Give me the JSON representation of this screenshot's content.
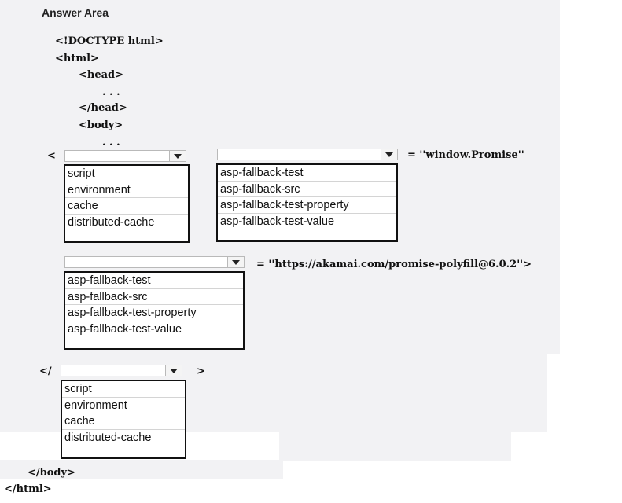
{
  "title": "Answer Area",
  "code": {
    "doctype": "<!DOCTYPE html>",
    "html_open": "<html>",
    "head_open": "<head>",
    "dots": ". . .",
    "head_close": "</head>",
    "body_open": "<body>",
    "lt": "<",
    "assign_promise": "= ''window.Promise''",
    "assign_src": "= ''https://akamai.com/promise-polyfill@6.0.2''>",
    "close_prefix": "</",
    "gt": ">",
    "body_close": "</body>",
    "html_close": "</html>"
  },
  "dropdowns": {
    "tag_open": {
      "selected": "",
      "options": [
        "script",
        "environment",
        "cache",
        "distributed-cache"
      ]
    },
    "attr_test": {
      "selected": "",
      "options": [
        "asp-fallback-test",
        "asp-fallback-src",
        "asp-fallback-test-property",
        "asp-fallback-test-value"
      ]
    },
    "attr_src": {
      "selected": "",
      "options": [
        "asp-fallback-test",
        "asp-fallback-src",
        "asp-fallback-test-property",
        "asp-fallback-test-value"
      ]
    },
    "tag_close": {
      "selected": "",
      "options": [
        "script",
        "environment",
        "cache",
        "distributed-cache"
      ]
    }
  }
}
